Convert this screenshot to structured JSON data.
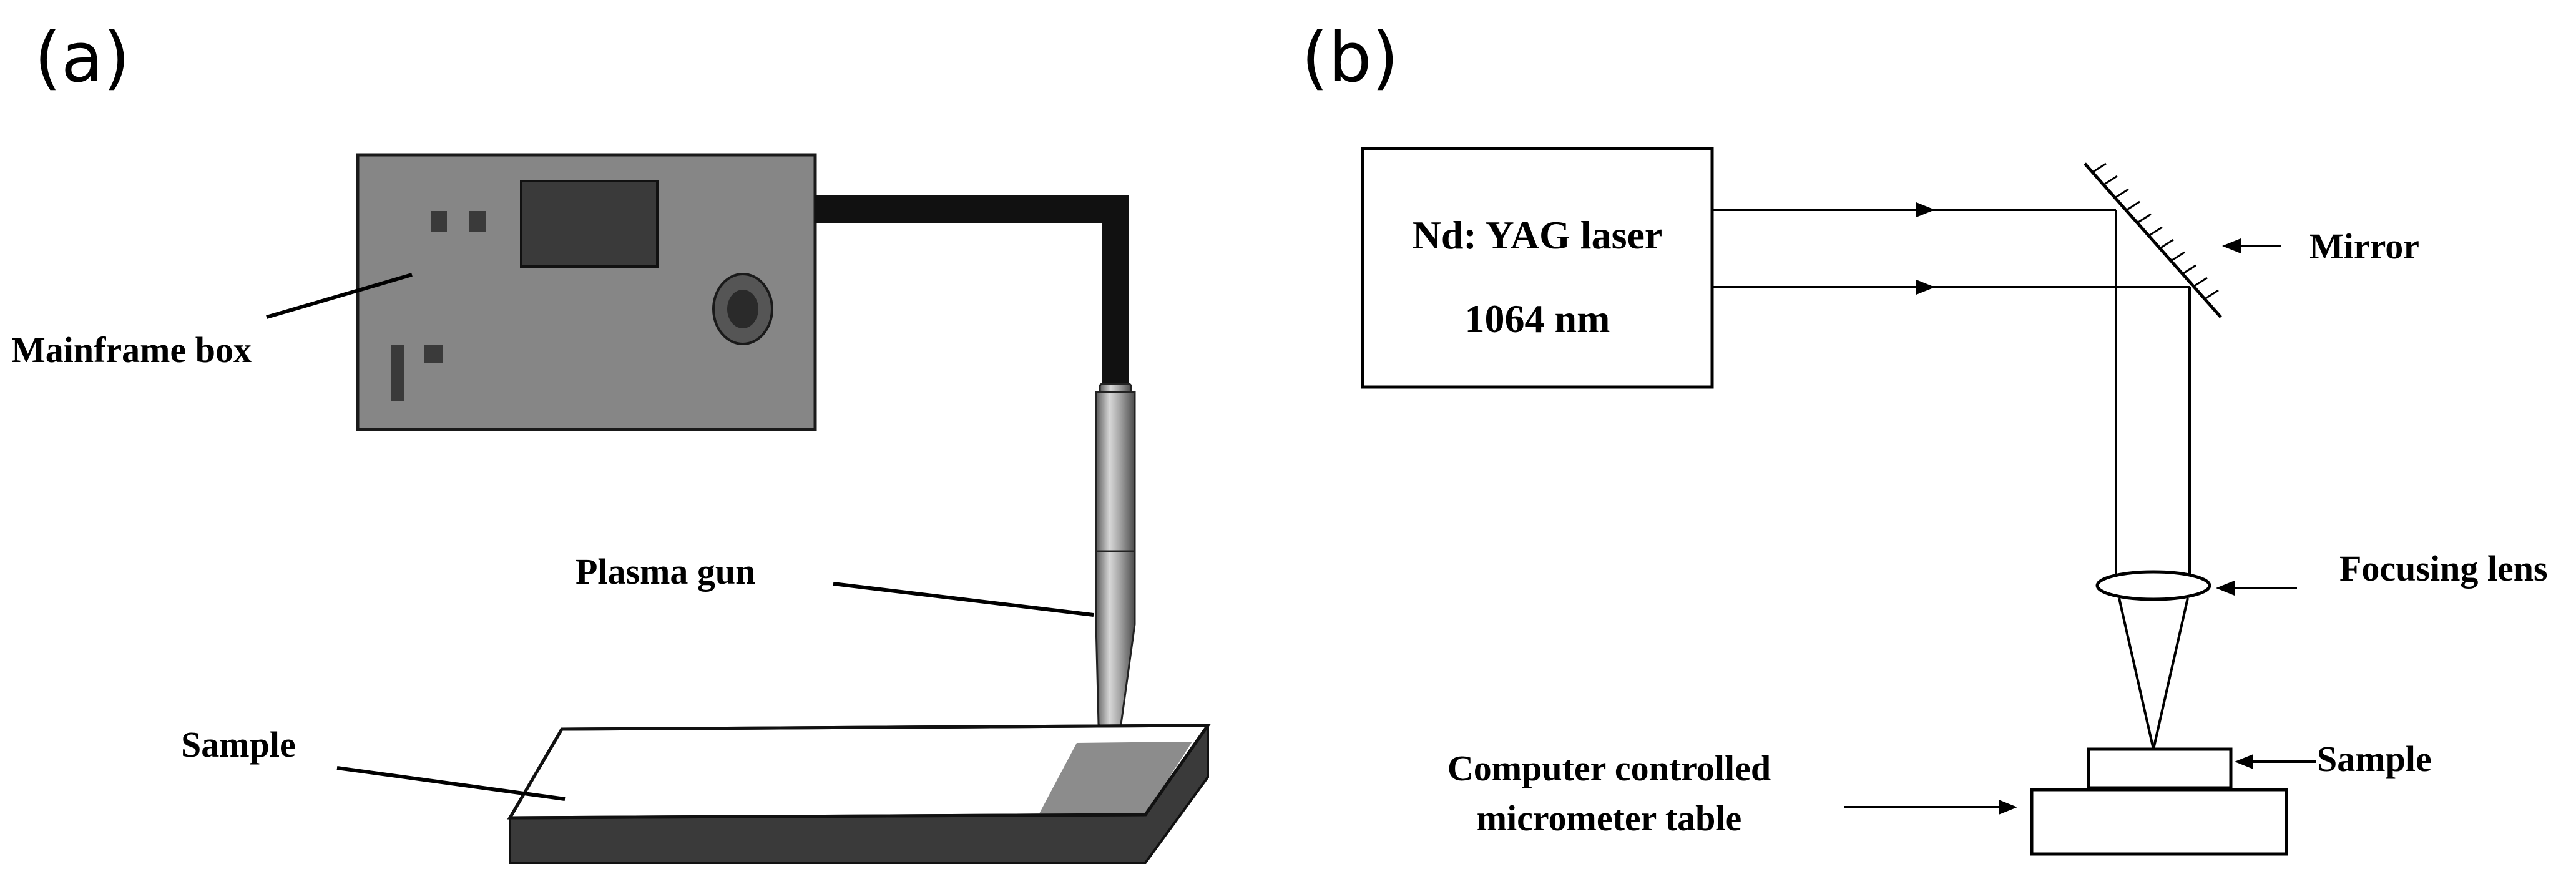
{
  "panel_a": {
    "panel_label": "(a)",
    "labels": {
      "mainframe": "Mainframe box",
      "plasma_gun": "Plasma gun",
      "sample": "Sample"
    }
  },
  "panel_b": {
    "panel_label": "(b)",
    "laser": {
      "line1": "Nd: YAG laser",
      "line2": "1064 nm"
    },
    "labels": {
      "mirror": "Mirror",
      "focusing_lens": "Focusing lens",
      "sample": "Sample",
      "table_line1": "Computer controlled",
      "table_line2": "micrometer table"
    }
  }
}
